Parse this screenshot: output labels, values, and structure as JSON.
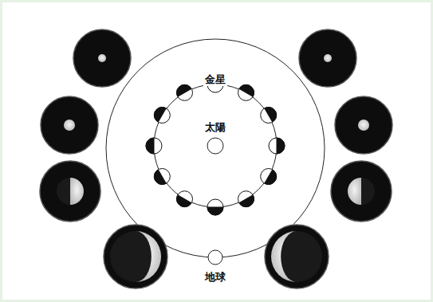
{
  "diagram": {
    "labels": [
      "金星",
      "太陽",
      "地球"
    ]
  }
}
